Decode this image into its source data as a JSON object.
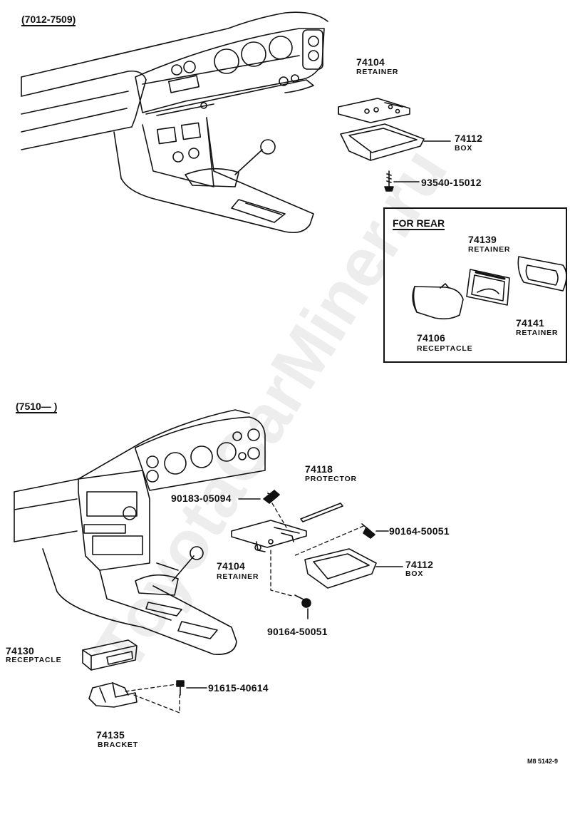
{
  "sections": {
    "top": {
      "range": "(7012-7509)"
    },
    "bottom": {
      "range": "(7510—      )"
    }
  },
  "rear_box": {
    "title": "FOR REAR"
  },
  "parts": {
    "p74104_top": {
      "number": "74104",
      "name": "RETAINER"
    },
    "p74112_top": {
      "number": "74112",
      "name": "BOX"
    },
    "p93540": {
      "number": "93540-15012"
    },
    "p74139": {
      "number": "74139",
      "name": "RETAINER"
    },
    "p74141": {
      "number": "74141",
      "name": "RETAINER"
    },
    "p74106": {
      "number": "74106",
      "name": "RECEPTACLE"
    },
    "p74118": {
      "number": "74118",
      "name": "PROTECTOR"
    },
    "p90183": {
      "number": "90183-05094"
    },
    "p90164a": {
      "number": "90164-50051"
    },
    "p74104_bot": {
      "number": "74104",
      "name": "RETAINER"
    },
    "p74112_bot": {
      "number": "74112",
      "name": "BOX"
    },
    "p90164b": {
      "number": "90164-50051"
    },
    "p74130": {
      "number": "74130",
      "name": "RECEPTACLE"
    },
    "p91615": {
      "number": "91615-40614"
    },
    "p74135": {
      "number": "74135",
      "name": "BRACKET"
    }
  },
  "footer": {
    "code": "M8 5142-9"
  },
  "watermark": "ToyotaCarMiner.ru"
}
